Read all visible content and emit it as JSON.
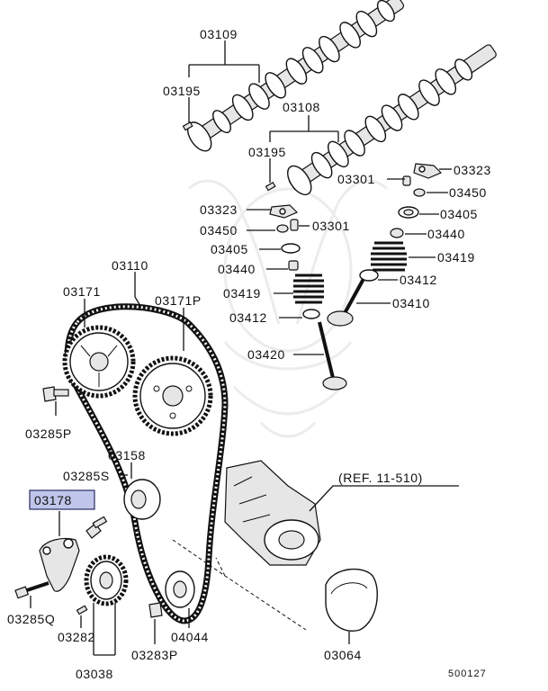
{
  "diagram": {
    "reference_note": "(REF. 11-510)",
    "drawing_number": "500127",
    "highlighted_part": "03178",
    "labels": {
      "p03109": "03109",
      "p03195a": "03195",
      "p03108": "03108",
      "p03195b": "03195",
      "p03301a": "03301",
      "p03323a": "03323",
      "p03450a": "03450",
      "p03405a": "03405",
      "p03440a": "03440",
      "p03419a": "03419",
      "p03412a": "03412",
      "p03410": "03410",
      "p03323b": "03323",
      "p03450b": "03450",
      "p03301b": "03301",
      "p03405b": "03405",
      "p03440b": "03440",
      "p03419b": "03419",
      "p03412b": "03412",
      "p03420": "03420",
      "p03110": "03110",
      "p03171": "03171",
      "p03171P": "03171P",
      "p03285P": "03285P",
      "p03158": "03158",
      "p03285S": "03285S",
      "p03178": "03178",
      "p03285Q": "03285Q",
      "p03282": "03282",
      "p03283P": "03283P",
      "p04044": "04044",
      "p03064": "03064",
      "p03038": "03038"
    }
  }
}
